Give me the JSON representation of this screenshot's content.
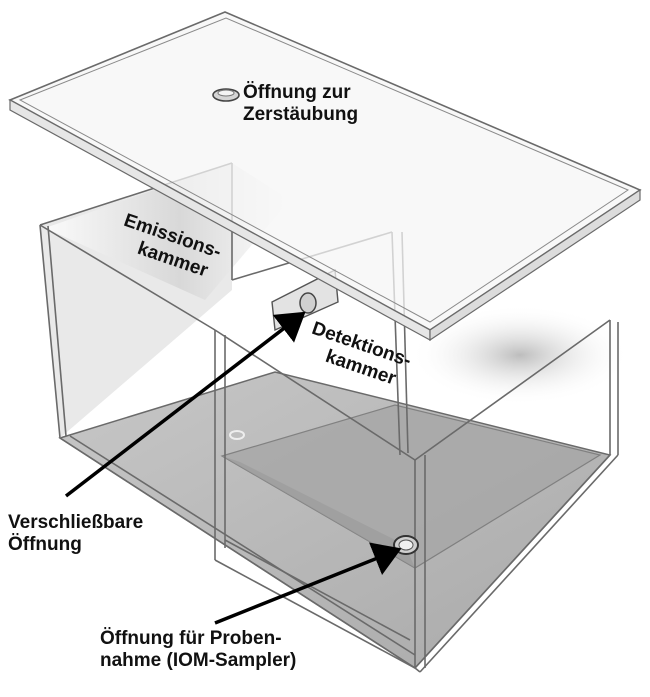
{
  "colors": {
    "edge": "#6a6a6a",
    "edge_dark": "#3c3c3c",
    "floor": "#b8b8b8",
    "floor_dark": "#9a9a9a",
    "wall_shade": "#d9d9d9",
    "lid_fill": "#f4f4f4",
    "arrow": "#000000",
    "text": "#111111"
  },
  "labels": {
    "spray_opening": [
      "Öffnung zur",
      "Zerstäubung"
    ],
    "emission_chamber": [
      "Emissions-",
      "kammer"
    ],
    "detection_chamber": [
      "Detektions-",
      "kammer"
    ],
    "closable_opening": [
      "Verschließbare",
      "Öffnung"
    ],
    "sampling_opening": [
      "Öffnung für Proben-",
      "nahme (IOM-Sampler)"
    ]
  }
}
